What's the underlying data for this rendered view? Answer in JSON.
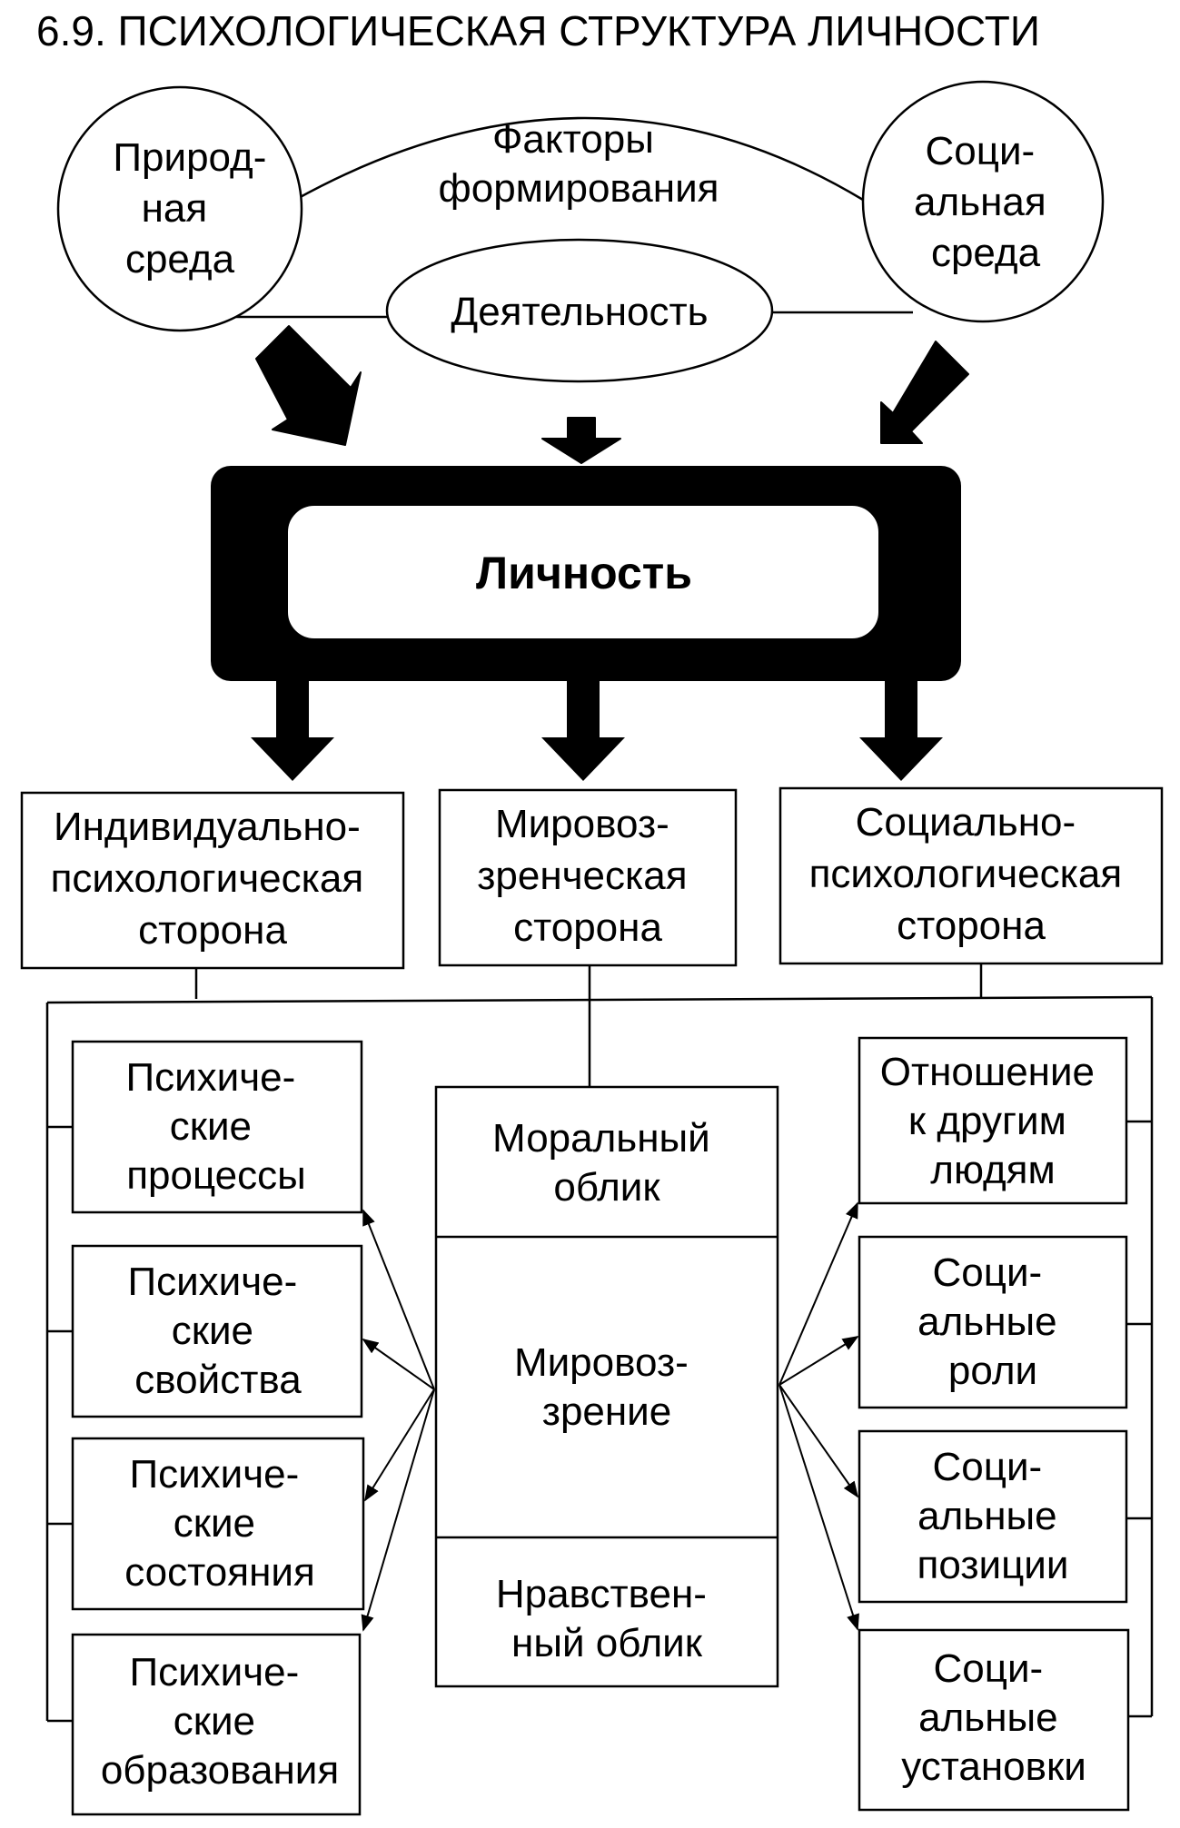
{
  "title": "6.9. ПСИХОЛОГИЧЕСКАЯ СТРУКТУРА ЛИЧНОСТИ",
  "factors": {
    "nature": [
      "Природ-",
      "ная",
      "среда"
    ],
    "formation": [
      "Факторы",
      "формирования"
    ],
    "social": [
      "Соци-",
      "альная",
      "среда"
    ],
    "activity": [
      "Деятельность"
    ]
  },
  "personality": "Личность",
  "sides": {
    "individual": [
      "Индивидуально-",
      "психологическая",
      "сторона"
    ],
    "worldview": [
      "Мировоз-",
      "зренческая",
      "сторона"
    ],
    "social": [
      "Социально-",
      "психологическая",
      "сторона"
    ]
  },
  "left_items": [
    [
      "Психиче-",
      "ские",
      "процессы"
    ],
    [
      "Психиче-",
      "ские",
      "свойства"
    ],
    [
      "Психиче-",
      "ские",
      "состояния"
    ],
    [
      "Психиче-",
      "ские",
      "образования"
    ]
  ],
  "center_items": [
    [
      "Моральный",
      "облик"
    ],
    [
      "Мировоз-",
      "зрение"
    ],
    [
      "Нравствен-",
      "ный облик"
    ]
  ],
  "right_items": [
    [
      "Отношение",
      "к другим",
      "людям"
    ],
    [
      "Соци-",
      "альные",
      "роли"
    ],
    [
      "Соци-",
      "альные",
      "позиции"
    ],
    [
      "Соци-",
      "альные",
      "установки"
    ]
  ]
}
